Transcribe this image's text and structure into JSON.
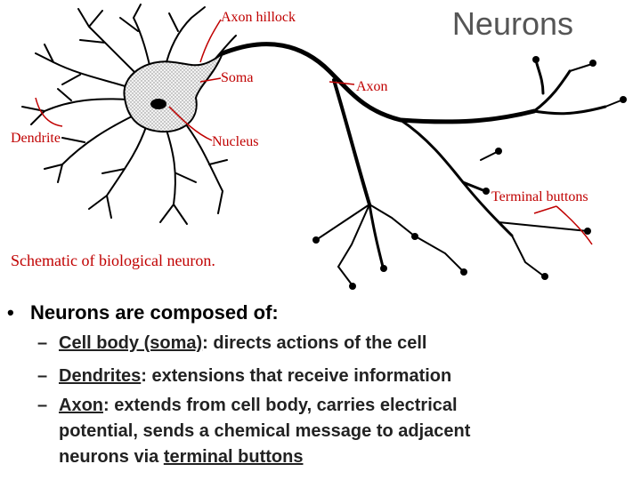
{
  "title": "Neurons",
  "diagram": {
    "labels": {
      "axon_hillock": "Axon hillock",
      "soma": "Soma",
      "axon": "Axon",
      "dendrite": "Dendrite",
      "nucleus": "Nucleus",
      "terminal_buttons": "Terminal buttons",
      "caption": "Schematic of biological neuron."
    },
    "label_color": "#c00000"
  },
  "bullets": {
    "main": "Neurons are composed of:",
    "items": [
      {
        "term": "Cell body (soma)",
        "text": ": directs actions of the cell"
      },
      {
        "term": "Dendrites",
        "text": ":  extensions that receive information"
      },
      {
        "term": "Axon",
        "text": ": extends from cell body, carries electrical",
        "cont1": "potential, sends a chemical message to adjacent",
        "cont2a": "neurons via ",
        "cont2b": "terminal buttons"
      }
    ]
  }
}
